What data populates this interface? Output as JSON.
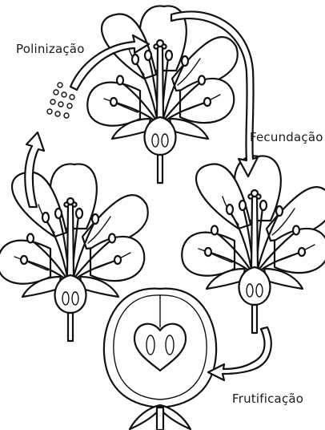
{
  "labels": {
    "pollination": "Polinização",
    "fertilization": "Fecundação",
    "fruiting": "Frutificação"
  },
  "colors": {
    "ink": "#111111",
    "background": "#ffffff"
  }
}
